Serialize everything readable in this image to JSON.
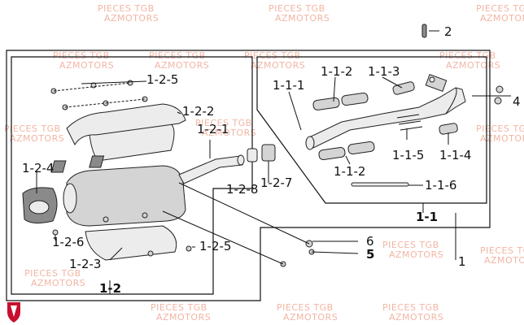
{
  "watermark": {
    "line1": "PIECES TGB",
    "line2": "AZMOTORS",
    "color": "#f2b5a4"
  },
  "labels": {
    "p1": "1",
    "p1_1": "1-1",
    "p1_1_1": "1-1-1",
    "p1_1_2_top": "1-1-2",
    "p1_1_2_bottom": "1-1-2",
    "p1_1_3": "1-1-3",
    "p1_1_4": "1-1-4",
    "p1_1_5": "1-1-5",
    "p1_1_6": "1-1-6",
    "p1_2": "1-2",
    "p1_2_1": "1-2-1",
    "p1_2_2": "1-2-2",
    "p1_2_3": "1-2-3",
    "p1_2_4": "1-2-4",
    "p1_2_5_top": "1-2-5",
    "p1_2_5_bottom": "1-2-5",
    "p1_2_6": "1-2-6",
    "p1_2_7": "1-2-7",
    "p1_2_8": "1-2-8",
    "p2": "2",
    "p4": "4",
    "p5": "5",
    "p6": "6"
  },
  "logo": {
    "color": "#c8102e",
    "icon": "brand-shield-icon"
  }
}
